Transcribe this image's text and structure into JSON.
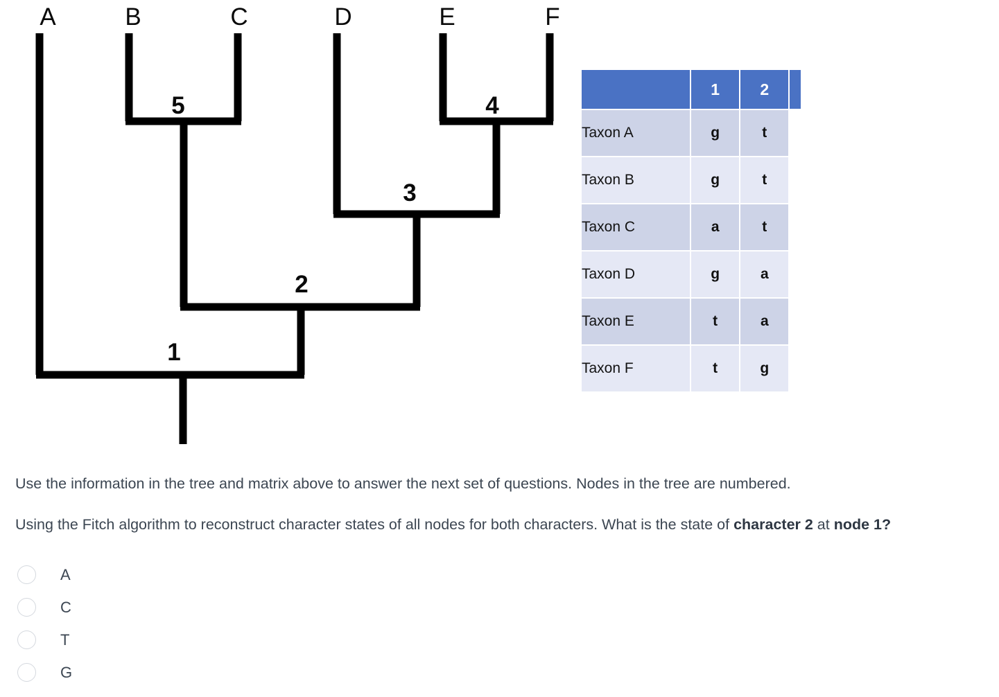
{
  "figure": {
    "tree": {
      "tip_labels": [
        "A",
        "B",
        "C",
        "D",
        "E",
        "F"
      ],
      "node_labels": [
        "1",
        "2",
        "3",
        "4",
        "5"
      ],
      "topology_description": "((A,((B,C)5,(D,(E,F)4)3)2)1)"
    },
    "matrix": {
      "corner_header": "",
      "column_headers": [
        "1",
        "2"
      ],
      "rows": [
        {
          "taxon": "Taxon A",
          "char1": "g",
          "char2": "t"
        },
        {
          "taxon": "Taxon B",
          "char1": "g",
          "char2": "t"
        },
        {
          "taxon": "Taxon C",
          "char1": "a",
          "char2": "t"
        },
        {
          "taxon": "Taxon D",
          "char1": "g",
          "char2": "a"
        },
        {
          "taxon": "Taxon E",
          "char1": "t",
          "char2": "a"
        },
        {
          "taxon": "Taxon F",
          "char1": "t",
          "char2": "g"
        }
      ]
    }
  },
  "question": {
    "intro": "Use the information in the tree and matrix above to answer the next set of questions. Nodes in the tree are numbered.",
    "prompt_part1": "Using the Fitch algorithm to reconstruct character states of all nodes for both characters. What is the state of ",
    "prompt_bold1": "character 2",
    "prompt_mid": " at ",
    "prompt_bold2": "node 1?"
  },
  "options": [
    {
      "label": "A",
      "selected": false
    },
    {
      "label": "C",
      "selected": false
    },
    {
      "label": "T",
      "selected": false
    },
    {
      "label": "G",
      "selected": false
    }
  ],
  "colors": {
    "table_header_bg": "#4A72C4",
    "row_odd_bg": "#CDD3E7",
    "row_even_bg": "#E5E8F5",
    "text": "#3C4652",
    "branch": "#000000"
  }
}
